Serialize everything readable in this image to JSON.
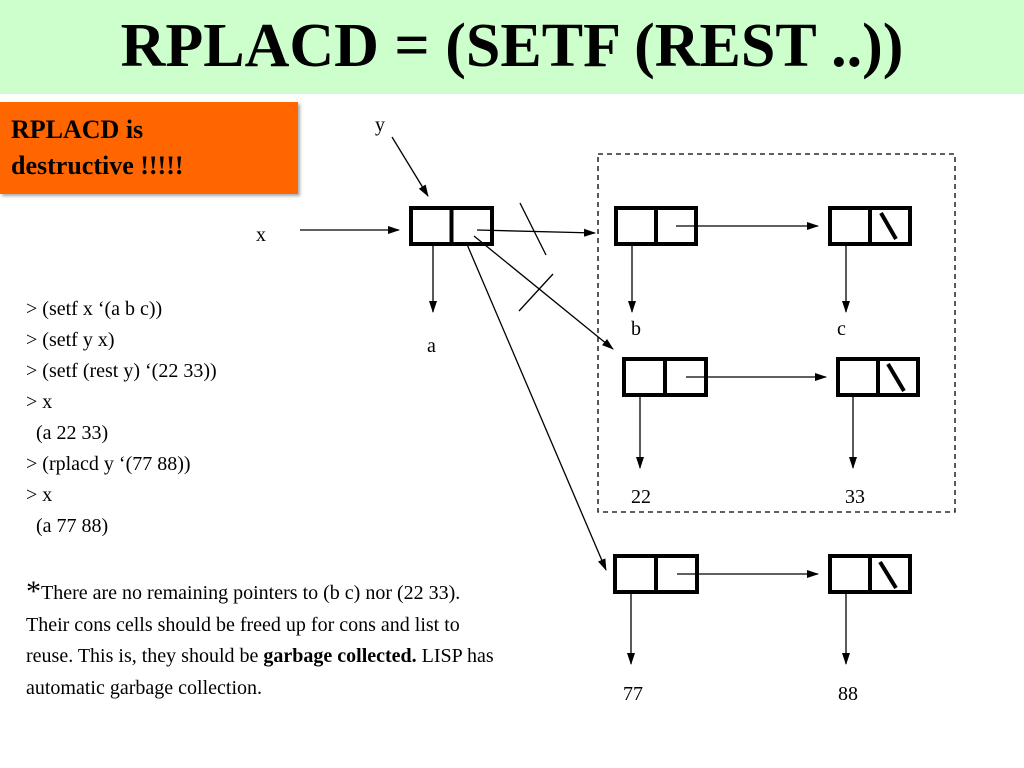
{
  "slide": {
    "title": "RPLACD = (SETF (REST ..))",
    "callout": {
      "line1": "RPLACD is",
      "line2": "destructive !!!!!",
      "color": "#ff6600"
    },
    "title_bg": "#ccffcc"
  },
  "code_lines": [
    "> (setf x ‘(a b c))",
    "> (setf y x)",
    "> (setf (rest y) ‘(22 33))",
    "> x",
    "  (a 22 33)",
    "> (rplacd y ‘(77 88))",
    "> x",
    "  (a 77 88)"
  ],
  "note": {
    "star": "*",
    "part1": "There are no remaining pointers to (b c) nor (22 33).  Their cons cells should be freed up for cons and list to reuse.  This is, they should be ",
    "bold": "garbage collected.",
    "part2": "  LISP has automatic garbage collection."
  },
  "diagram": {
    "labels": {
      "y": "y",
      "x": "x",
      "a": "a",
      "b": "b",
      "c": "c",
      "v22": "22",
      "v33": "33",
      "v77": "77",
      "v88": "88"
    }
  }
}
